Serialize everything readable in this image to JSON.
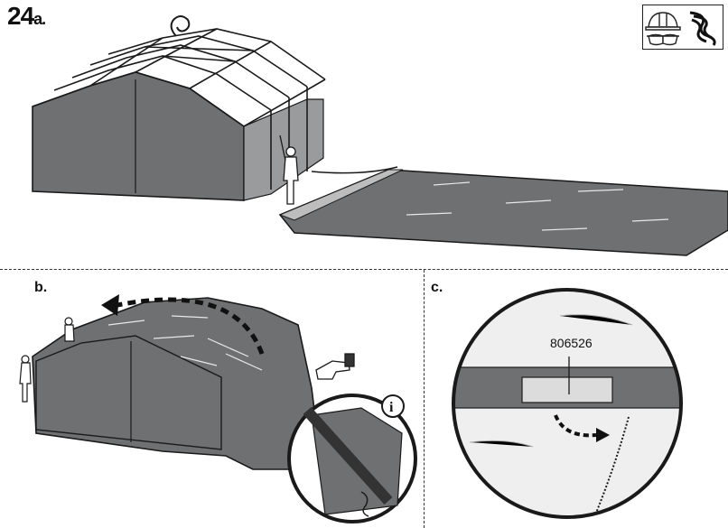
{
  "step": {
    "number": "24",
    "sub": "a."
  },
  "panels": {
    "b": "b.",
    "c": "c."
  },
  "part_number": "806526",
  "icons": {
    "ppe": [
      "hard-hat-icon",
      "rope-icon",
      "safety-glasses-icon"
    ],
    "info": "info-icon",
    "hand": "pointing-hand-icon"
  },
  "colors": {
    "fabric": "#6f7071",
    "fabric_dark": "#4a4b4c",
    "line": "#1a1a1a"
  }
}
